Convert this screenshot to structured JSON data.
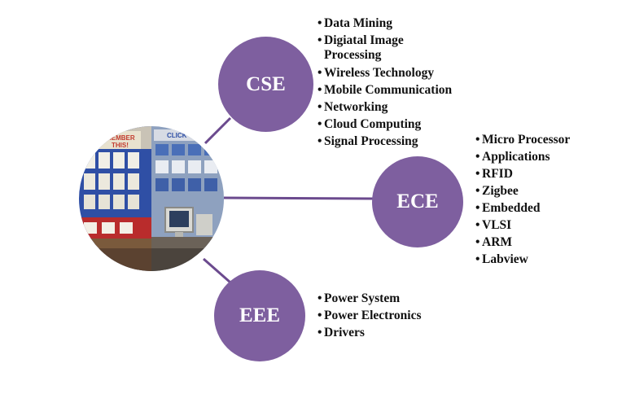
{
  "colors": {
    "node_fill": "#7e5f9f",
    "connector": "#6b4a8e",
    "text": "#111111"
  },
  "hub": {
    "image": "lab-exhibition-photo"
  },
  "branches": [
    {
      "label": "CSE",
      "topics": [
        "Data Mining",
        "Digiatal Image\nProcessing",
        "Wireless Technology",
        "Mobile Communication",
        "Networking",
        "Cloud Computing",
        "Signal Processing"
      ]
    },
    {
      "label": "ECE",
      "topics": [
        "Micro Processor",
        "Applications",
        "RFID",
        "Zigbee",
        "Embedded",
        "VLSI",
        "ARM",
        "Labview"
      ]
    },
    {
      "label": "EEE",
      "topics": [
        "Power System",
        "Power Electronics",
        "Drivers"
      ]
    }
  ]
}
